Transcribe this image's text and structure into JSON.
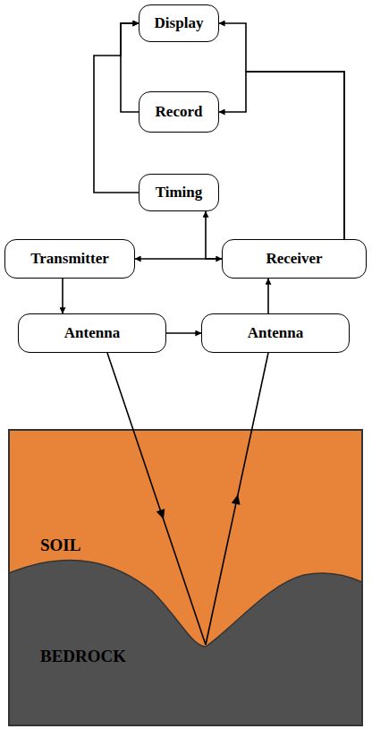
{
  "diagram": {
    "nodes": [
      {
        "text": [
          "Display"
        ]
      },
      {
        "text": [
          "Record"
        ]
      },
      {
        "text": [
          "Timing"
        ]
      },
      {
        "text": [
          "Transmitter"
        ]
      },
      {
        "text": [
          "Receiver"
        ]
      },
      {
        "text": [
          "Antenna"
        ]
      },
      {
        "text": [
          "Antenna"
        ]
      }
    ],
    "edges": [
      {
        "from": 1,
        "to": 0,
        "arrow": "to"
      },
      {
        "from": 2,
        "to": 0,
        "arrow": "to"
      },
      {
        "from": 4,
        "to": 0,
        "arrow": "to"
      },
      {
        "from": 4,
        "to": 1,
        "arrow": "to"
      },
      {
        "from": 3,
        "to": 4,
        "arrow": "both"
      },
      {
        "from": 4,
        "to": 2,
        "arrow": "to"
      },
      {
        "from": 3,
        "to": 5,
        "arrow": "to"
      },
      {
        "from": 5,
        "to": 6,
        "arrow": "to"
      },
      {
        "from": 6,
        "to": 4,
        "arrow": "to"
      }
    ],
    "labels": [
      "SOIL",
      "BEDROCK"
    ]
  }
}
